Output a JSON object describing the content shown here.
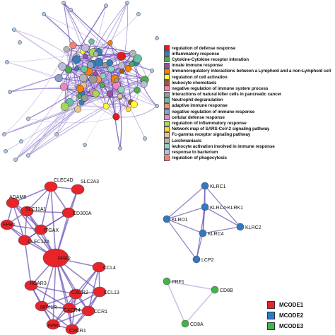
{
  "enrichment_legend": [
    {
      "label": "regulation of defense response",
      "color": "#e41a1c"
    },
    {
      "label": "inflammatory response",
      "color": "#377eb8"
    },
    {
      "label": "Cytokine-Cytokine receptor interation",
      "color": "#4daf4a"
    },
    {
      "label": "innate immune response",
      "color": "#984ea3"
    },
    {
      "label": "Immunoregulatory interactions between a Lymphoid and a non-Lymphoid cell",
      "color": "#ff7f00"
    },
    {
      "label": "regulation of cell activation",
      "color": "#ffff33"
    },
    {
      "label": "leukocyte chemotaxis",
      "color": "#a65628"
    },
    {
      "label": "negative regulation of immune system process",
      "color": "#f781bf"
    },
    {
      "label": "Interactions of natural killer cells in pancreatic cancer",
      "color": "#999999"
    },
    {
      "label": "Neutrophil degranulation",
      "color": "#66c2a5"
    },
    {
      "label": "adaptive immune response",
      "color": "#fc8d62"
    },
    {
      "label": "negative regulation of immune response",
      "color": "#8da0cb"
    },
    {
      "label": "cellular defense response",
      "color": "#e78ac3"
    },
    {
      "label": "regulation of inflammatory response",
      "color": "#a6d854"
    },
    {
      "label": "Network map of SARS-CoV-2 signaling pathway",
      "color": "#ffd92f"
    },
    {
      "label": "Fc-gamma receptor signaling pathway",
      "color": "#e5c494"
    },
    {
      "label": "Leishmaniasis",
      "color": "#b3b3b3"
    },
    {
      "label": "leukocyte activation involved in immune response",
      "color": "#8dd3c7"
    },
    {
      "label": "response to bacterium",
      "color": "#bebada"
    },
    {
      "label": "regulation of phagocytosis",
      "color": "#fb8072"
    }
  ],
  "mcode_legend": [
    {
      "label": "MCODE1",
      "color": "#e8242a"
    },
    {
      "label": "MCODE2",
      "color": "#2f78c4"
    },
    {
      "label": "MCODE3",
      "color": "#3fb54a"
    }
  ],
  "mcode1_nodes": [
    "CLEC4D",
    "SLC2A3",
    "ADAM8",
    "SLC11A1",
    "CD300A",
    "FPR1",
    "ITGAX",
    "CLEC12A",
    "FPR2",
    "CCL4",
    "HCAR3",
    "CXCR2",
    "CCL13",
    "NPY1R",
    "CXCR4",
    "CCR1",
    "FPR1",
    "CXCR1"
  ],
  "mcode2_nodes": [
    "KLRC1",
    "KLRC4-KLRK1",
    "KLRD1",
    "KLRC4",
    "KLRC2",
    "LCP2"
  ],
  "mcode3_nodes": [
    "PRF1",
    "CD8B",
    "CD8A"
  ],
  "colors": {
    "edge": "#6a4fb3",
    "edge_light": "#b9a8e0",
    "mcode1": "#e8242a",
    "mcode2": "#2f78c4",
    "mcode3": "#3fb54a"
  }
}
